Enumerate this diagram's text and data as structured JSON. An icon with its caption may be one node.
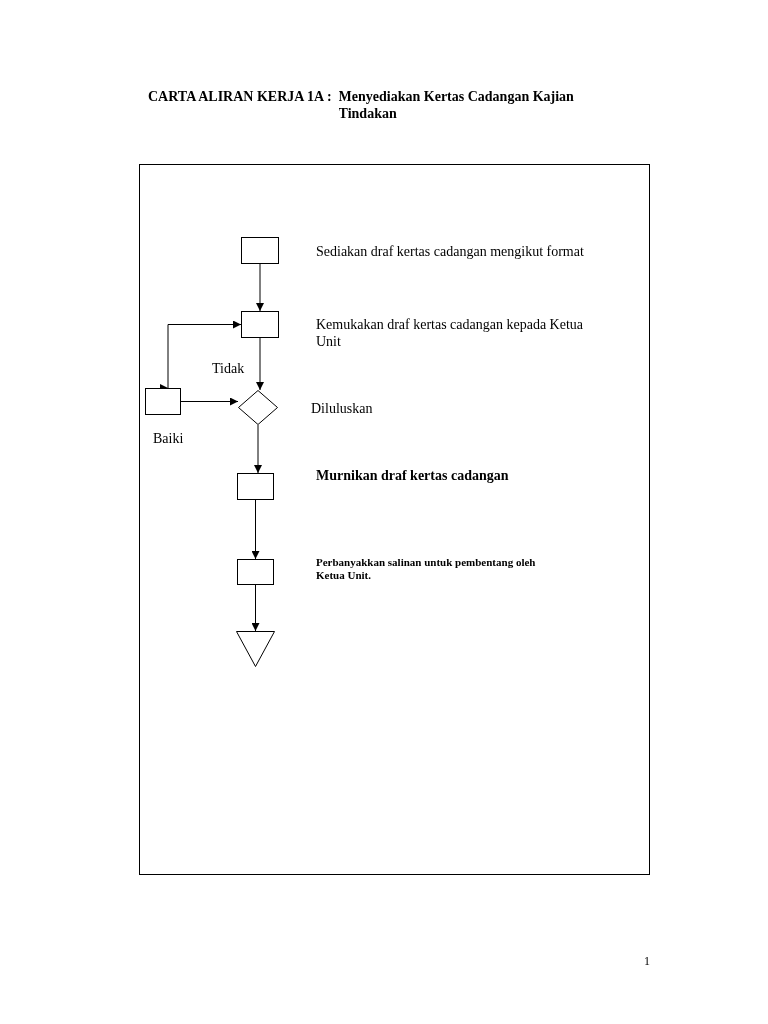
{
  "diagram": {
    "title": "CARTA ALIRAN KERJA 1A :  Menyediakan Kertas Cadangan Kajian Tindakan",
    "nodes": [
      {
        "text": [],
        "shape": "box",
        "beside": [
          "Sediakan draf kertas cadangan mengikut format"
        ]
      },
      {
        "text": [],
        "shape": "box",
        "beside": [
          "Kemukakan draf kertas cadangan kepada Ketua Unit"
        ]
      },
      {
        "text": [],
        "shape": "box",
        "beside": [
          "Baiki"
        ]
      },
      {
        "text": [],
        "shape": "diamond",
        "beside": [
          "Diluluskan"
        ]
      },
      {
        "text": [],
        "shape": "box",
        "beside": [
          "Murnikan draf kertas cadangan"
        ]
      },
      {
        "text": [],
        "shape": "box",
        "beside": [
          "Perbanyakkan salinan untuk pembentang oleh Ketua Unit."
        ]
      },
      {
        "text": [],
        "shape": "triangle"
      }
    ],
    "edges": [
      {
        "from": 0,
        "to": 1,
        "arrow": "to"
      },
      {
        "from": 1,
        "to": 3,
        "arrow": "to"
      },
      {
        "from": 1,
        "to": 2,
        "arrow": "both"
      },
      {
        "from": 2,
        "to": 3,
        "arrow": "to"
      },
      {
        "from": 3,
        "to": 4,
        "arrow": "to"
      },
      {
        "from": 4,
        "to": 5,
        "arrow": "to"
      },
      {
        "from": 5,
        "to": 6,
        "arrow": "to"
      }
    ],
    "labels": [
      "Tidak",
      "1"
    ]
  }
}
